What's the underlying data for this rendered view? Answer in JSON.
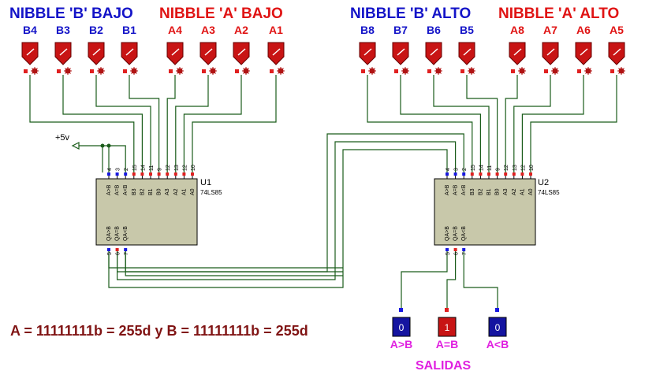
{
  "headers": {
    "b_low": "NIBBLE 'B' BAJO",
    "a_low": "NIBBLE 'A' BAJO",
    "b_high": "NIBBLE 'B' ALTO",
    "a_high": "NIBBLE 'A' ALTO"
  },
  "switches_low": {
    "labels": [
      "B4",
      "B3",
      "B2",
      "B1",
      "A4",
      "A3",
      "A2",
      "A1"
    ],
    "colors": [
      "blue",
      "blue",
      "blue",
      "blue",
      "red",
      "red",
      "red",
      "red"
    ]
  },
  "switches_high": {
    "labels": [
      "B8",
      "B7",
      "B6",
      "B5",
      "A8",
      "A7",
      "A6",
      "A5"
    ],
    "colors": [
      "blue",
      "blue",
      "blue",
      "blue",
      "red",
      "red",
      "red",
      "red"
    ]
  },
  "switch_state": "1",
  "u1": {
    "name": "U1",
    "type": "74LS85"
  },
  "u2": {
    "name": "U2",
    "type": "74LS85"
  },
  "chip_pins_top": {
    "numbers": [
      "4",
      "3",
      "2",
      "1",
      "1",
      "1",
      "9",
      "1",
      "1",
      "1",
      "1"
    ],
    "numbers_full": [
      "4",
      "3",
      "2",
      "15",
      "14",
      "11",
      "9",
      "12",
      "13",
      "12",
      "10"
    ],
    "labels": [
      "A>B",
      "A=B",
      "A<B",
      "B3",
      "B2",
      "B1",
      "B0",
      "A3",
      "A2",
      "A1",
      "A0"
    ]
  },
  "chip_pins_bottom": {
    "numbers": [
      "5",
      "6",
      "7"
    ],
    "labels": [
      "QA>B",
      "QA=B",
      "QA<B"
    ]
  },
  "vcc_label": "+5v",
  "outputs": {
    "labels": [
      "A>B",
      "A=B",
      "A<B"
    ],
    "states": [
      "0",
      "1",
      "0"
    ]
  },
  "salidas": "SALIDAS",
  "equation": "A = 11111111b = 255d y B = 11111111b = 255d",
  "colors": {
    "blue_text": "#1414c8",
    "red_text": "#e01414",
    "switch_red": "#c81414",
    "output_blue": "#1414a0",
    "chip_fill": "#c8c8aa",
    "wire": "#1a5c1a",
    "magenta": "#e020e0"
  }
}
